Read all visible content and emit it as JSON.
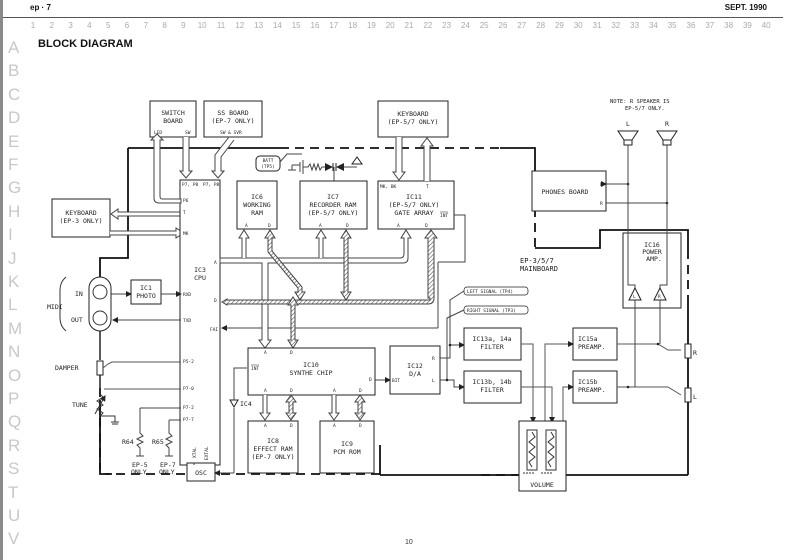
{
  "header": {
    "left": "ep · 7",
    "right": "SEPT. 1990"
  },
  "title": "BLOCK DIAGRAM",
  "page_number": "10",
  "grid": {
    "columns": [
      "1",
      "2",
      "3",
      "4",
      "5",
      "6",
      "7",
      "8",
      "9",
      "10",
      "11",
      "12",
      "13",
      "14",
      "15",
      "16",
      "17",
      "18",
      "19",
      "20",
      "21",
      "22",
      "23",
      "24",
      "25",
      "26",
      "27",
      "28",
      "29",
      "30",
      "31",
      "32",
      "33",
      "34",
      "35",
      "36",
      "37",
      "38",
      "39",
      "40"
    ],
    "rows": [
      "A",
      "B",
      "C",
      "D",
      "E",
      "F",
      "G",
      "H",
      "I",
      "J",
      "K",
      "L",
      "M",
      "N",
      "O",
      "P",
      "Q",
      "R",
      "S",
      "T",
      "U",
      "V"
    ]
  },
  "blocks": {
    "switch_board": {
      "line1": "SWITCH",
      "line2": "BOARD",
      "pin_led": "LED",
      "pin_sw": "SW"
    },
    "ss_board": {
      "line1": "SS BOARD",
      "line2": "(EP-7 ONLY)",
      "pin": "SW & SVR"
    },
    "keyboard_ep57": {
      "line1": "KEYBOARD",
      "line2": "(EP-5/7 ONLY)"
    },
    "keyboard_ep3": {
      "line1": "KEYBOARD",
      "line2": "(EP-3 ONLY)"
    },
    "batt": {
      "line1": "BATT",
      "line2": "(TP5)"
    },
    "ic6": {
      "line1": "IC6",
      "line2": "WORKING",
      "line3": "RAM",
      "pin_a": "A",
      "pin_d": "D"
    },
    "ic7": {
      "line1": "IC7",
      "line2": "RECORDER RAM",
      "line3": "(EP-5/7 ONLY)",
      "pin_a": "A",
      "pin_d": "D"
    },
    "ic11": {
      "line1": "IC11",
      "line2": "(EP-5/7 ONLY)",
      "line3": "GATE ARRAY",
      "pin_mk": "MK, BK",
      "pin_t": "T",
      "pin_int": "INT",
      "pin_a": "A",
      "pin_d": "D"
    },
    "ic3": {
      "line1": "IC3",
      "line2": "CPU",
      "pins_left": [
        "P6",
        "T",
        "MK",
        "RXD",
        "TXD",
        "P5-2",
        "P7-0",
        "P7-2",
        "P7-7"
      ],
      "pins_top": [
        "P7, P8",
        "P7, P8"
      ],
      "pins_right": [
        "A",
        "D",
        "FAI"
      ],
      "pins_bottom": [
        "XTAL",
        "EXTAL"
      ]
    },
    "ic1": {
      "line1": "IC1",
      "line2": "PHOTO"
    },
    "midi": {
      "label": "MIDI",
      "in": "IN",
      "out": "OUT"
    },
    "damper": "DAMPER",
    "tune": "TUNE",
    "r64": "R64",
    "r65": "R65",
    "ep5_only": {
      "line1": "EP-5",
      "line2": "ONLY"
    },
    "ep7_only": {
      "line1": "EP-7",
      "line2": "ONLY"
    },
    "osc": "OSC",
    "ic4": "IC4",
    "ic10": {
      "line1": "IC10",
      "line2": "SYNTHE CHIP",
      "pin_int": "INT",
      "pin_d_out": "D",
      "pins_top": [
        "A",
        "D"
      ],
      "pins_bottom": [
        "A",
        "D",
        "A",
        "D"
      ]
    },
    "ic8": {
      "line1": "IC8",
      "line2": "EFFECT RAM",
      "line3": "(EP-7 ONLY)",
      "pin_a": "A",
      "pin_d": "D"
    },
    "ic9": {
      "line1": "IC9",
      "line2": "PCM ROM",
      "pin_a": "A",
      "pin_d": "D"
    },
    "ic12": {
      "line1": "IC12",
      "line2": "D/A",
      "pin_bit": "BIT",
      "pin_r": "R",
      "pin_l": "L"
    },
    "left_signal": "LEFT SIGNAL (TP4)",
    "right_signal": "RIGHT SIGNAL (TP3)",
    "ic13a": {
      "line1": "IC13a, 14a",
      "line2": "FILTER"
    },
    "ic13b": {
      "line1": "IC13b, 14b",
      "line2": "FILTER"
    },
    "ic15a": {
      "line1": "IC15a",
      "line2": "PREAMP."
    },
    "ic15b": {
      "line1": "IC15b",
      "line2": "PREAMP."
    },
    "ic16": {
      "line1": "IC16",
      "line2": "POWER",
      "line3": "AMP.",
      "amp_l": "L",
      "amp_r": "R"
    },
    "volume": "VOLUME",
    "mainboard": {
      "line1": "EP-3/5/7",
      "line2": "MAINBOARD"
    },
    "phones_board": {
      "label": "PHONES BOARD",
      "pin_l": "L",
      "pin_r": "R"
    },
    "speakers": {
      "left": "L",
      "right": "R",
      "note_line1": "NOTE: R SPEAKER IS",
      "note_line2": "EP-5/7 ONLY."
    },
    "jack_r": "R",
    "jack_l": "L"
  }
}
